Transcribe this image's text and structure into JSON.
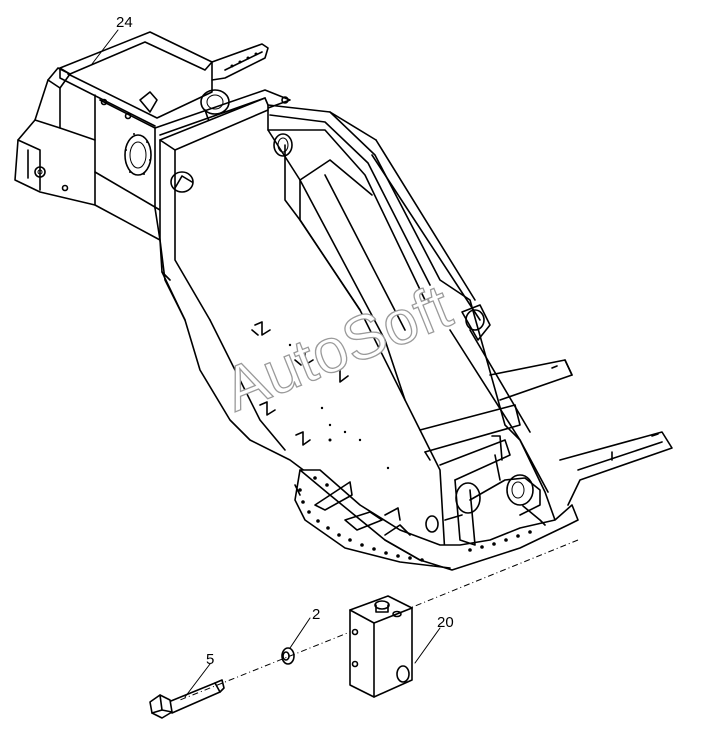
{
  "watermark": "AutoSoft",
  "callouts": [
    {
      "id": "c24",
      "label": "24"
    },
    {
      "id": "c2",
      "label": "2"
    },
    {
      "id": "c5",
      "label": "5"
    },
    {
      "id": "c20",
      "label": "20"
    }
  ]
}
